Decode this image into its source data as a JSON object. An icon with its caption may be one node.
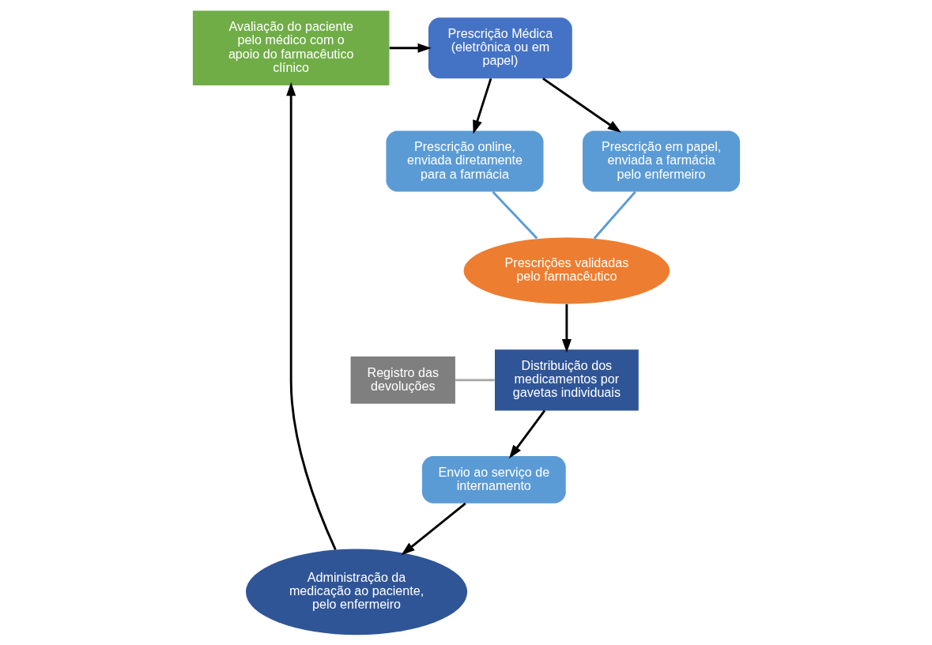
{
  "diagram": {
    "nodes": [
      {
        "text": [
          "Prescrição Médica (eletrônica ou em papel)"
        ]
      },
      {
        "text": [
          "Prescrição em papel, enviada a farmácia pelo enfermeiro"
        ]
      },
      {
        "text": [
          "Prescrição online, enviada diretamente para a farmácia"
        ]
      },
      {
        "text": [
          "Prescrições validadas pelo farmacêutico"
        ]
      },
      {
        "text": [
          "Distribuição dos medicamentos por gavetas individuais"
        ]
      },
      {
        "text": [
          "Registro das devoluções"
        ]
      },
      {
        "text": [
          "Envio ao serviço de internamento"
        ]
      },
      {
        "text": [
          "Administração da medicação ao paciente, pelo enfermeiro"
        ]
      },
      {
        "text": [
          "Avaliação do paciente pelo médico com o apoio do farmacêutico clínico"
        ]
      }
    ],
    "edges": [
      {
        "from": 0,
        "to": 1,
        "arrow": "to"
      },
      {
        "from": 0,
        "to": 2,
        "arrow": "to"
      },
      {
        "from": 1,
        "to": 3,
        "arrow": "none",
        "color": "#5b9bd5"
      },
      {
        "from": 2,
        "to": 3,
        "arrow": "none",
        "color": "#5b9bd5"
      },
      {
        "from": 3,
        "to": 4,
        "arrow": "to"
      },
      {
        "from": 5,
        "to": 4,
        "arrow": "none",
        "color": "#a5a5a5"
      },
      {
        "from": 4,
        "to": 6,
        "arrow": "to"
      },
      {
        "from": 6,
        "to": 7,
        "arrow": "to"
      },
      {
        "from": 7,
        "to": 8,
        "arrow": "to"
      },
      {
        "from": 8,
        "to": 0,
        "arrow": "to"
      }
    ]
  }
}
